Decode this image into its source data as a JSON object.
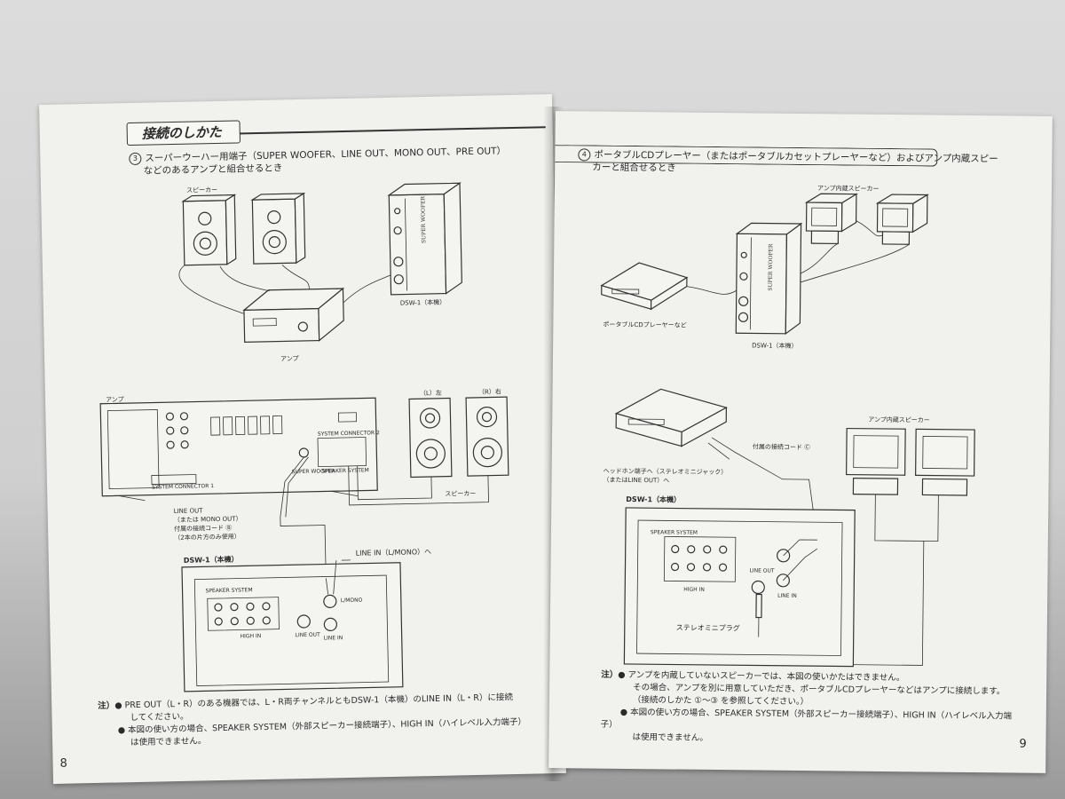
{
  "left_page": {
    "header": "接続のしかた",
    "section_num": "3",
    "section_title_line1": "スーパーウーハー用端子（SUPER WOOFER、LINE OUT、MONO OUT、PRE OUT）",
    "section_title_line2": "などのあるアンプと組合せるとき",
    "fig1": {
      "speaker_label": "スピーカー",
      "amp_label": "アンプ",
      "dsw_label": "DSW-1（本機）",
      "dsw_text": "SUPER WOOFER"
    },
    "fig2": {
      "amp_label": "アンプ",
      "left_label": "（L）左",
      "right_label": "（R）右",
      "speaker_label": "スピーカー",
      "system_connector_1": "SYSTEM CONNECTOR 1",
      "system_connector_2": "SYSTEM CONNECTOR 2",
      "super_woofer": "SUPER WOOFER",
      "speaker_system": "SPEAKER SYSTEM",
      "line_out_1": "LINE OUT",
      "line_out_2": "（または MONO OUT）",
      "cord_1": "付属の接続コード Ⓑ",
      "cord_2": "（2本の片方のみ使用）",
      "line_in": "LINE IN（L/MONO）へ",
      "dsw_label": "DSW-1（本機）",
      "panel_speaker_system": "SPEAKER SYSTEM",
      "panel_line_out": "LINE OUT",
      "panel_line_in": "LINE IN",
      "panel_mono": "L/MONO",
      "panel_high_in": "HIGH IN"
    },
    "notes": {
      "prefix": "注）",
      "n1_line1": "PRE OUT（L・R）のある機器では、L・R両チャンネルともDSW-1（本機）のLINE IN（L・R）に接続",
      "n1_line2": "してください。",
      "n2_line1": "本図の使い方の場合、SPEAKER SYSTEM（外部スピーカー接続端子）、HIGH IN（ハイレベル入力端子）",
      "n2_line2": "は使用できません。"
    },
    "page_number": "8"
  },
  "right_page": {
    "section_num": "4",
    "section_title_line1": "ポータブルCDプレーヤー（またはポータブルカセットプレーヤーなど）およびアンプ内蔵スピー",
    "section_title_line2": "カーと組合せるとき",
    "fig1": {
      "amp_speaker_label": "アンプ内蔵スピーカー",
      "cd_label": "ポータブルCDプレーヤーなど",
      "dsw_label": "DSW-1（本機）",
      "dsw_text": "SUPER WOOFER"
    },
    "fig2": {
      "amp_speaker_label": "アンプ内蔵スピーカー",
      "cord_label": "付属の接続コード Ⓒ",
      "headphone_1": "ヘッドホン端子へ（ステレオミニジャック）",
      "headphone_2": "（またはLINE OUT）へ",
      "dsw_label": "DSW-1（本機）",
      "panel_speaker_system": "SPEAKER SYSTEM",
      "panel_line_out": "LINE OUT",
      "panel_line_in": "LINE IN",
      "panel_high_in": "HIGH IN",
      "mini_plug": "ステレオミニプラグ"
    },
    "notes": {
      "prefix": "注）",
      "n1_line1": "アンプを内蔵していないスピーカーでは、本図の使いかたはできません。",
      "n1_line2": "その場合、アンプを別に用意していただき、ポータブルCDプレーヤーなどはアンプに接続します。",
      "n1_line3": "（接続のしかた ①〜③ を参照してください。）",
      "n2_line1": "本図の使い方の場合、SPEAKER SYSTEM（外部スピーカー接続端子）、HIGH IN（ハイレベル入力端子）",
      "n2_line2": "は使用できません。"
    },
    "page_number": "9"
  }
}
